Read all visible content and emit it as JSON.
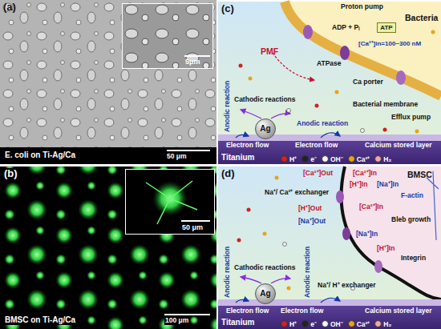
{
  "diagram": {
    "nodes": [
      {
        "text": [
          "(a)",
          "E. coli on Ti-Ag/Ca"
        ]
      },
      {
        "text": [
          "5μm"
        ],
        "in": 0
      },
      {
        "text": [
          "(b)",
          "BMSC on Ti-Ag/Ca"
        ]
      },
      {
        "text": [
          "50 μm"
        ],
        "in": 2
      },
      {
        "text": [
          "(c)"
        ]
      },
      {
        "text": [
          "Ag"
        ],
        "in": 4
      },
      {
        "text": [
          "Titanium"
        ],
        "in": 4
      },
      {
        "text": [
          "ATP"
        ],
        "in": 4
      },
      {
        "text": [
          "(d)"
        ]
      },
      {
        "text": [
          "Ag"
        ],
        "in": 8
      },
      {
        "text": [
          "Titanium"
        ],
        "in": 8
      }
    ],
    "labels": [
      "50 μm",
      "100 μm",
      "Proton pump",
      "Bacteria",
      "ADP + Pᵢ",
      "PMF",
      "ATPase",
      "Ca porter",
      "[Ca²⁺]in=100~300 nM",
      "Bacterial membrane",
      "Efflux pump",
      "Anodic reaction",
      "Cathodic reactions",
      "Anodic reaction",
      "Electron flow",
      "Electron flow",
      "Calcium stored layer",
      "BMSC",
      "[Ca²⁺]Out",
      "[Ca²⁺]In",
      "[H⁺]In",
      "[Na⁺]In",
      "Na⁺/ Ca²⁺ exchanger",
      "[H⁺]Out",
      "[Na⁺]Out",
      "F-actin",
      "[Ca²⁺]In",
      "Bleb growth",
      "[Na⁺]In",
      "[H⁺]In",
      "Integrin",
      "Na⁺/ H⁺ exchanger",
      "Anodic reaction",
      "Cathodic reactions",
      "Anodic reaction",
      "Electron flow",
      "Electron flow",
      "Calcium stored layer"
    ],
    "legend": [
      {
        "text": "H⁺",
        "color": "#d42020"
      },
      {
        "text": "e⁻",
        "color": "#222222"
      },
      {
        "text": "OH⁻",
        "color": "#f4f4f4"
      },
      {
        "text": "Ca²⁺",
        "color": "#e8a317"
      },
      {
        "text": "H₂",
        "color": "#f2a6a6"
      },
      {
        "text": "H⁺",
        "color": "#d42020"
      },
      {
        "text": "e⁻",
        "color": "#222222"
      },
      {
        "text": "OH⁻",
        "color": "#f4f4f4"
      },
      {
        "text": "Ca²⁺",
        "color": "#e8a317"
      },
      {
        "text": "H₂",
        "color": "#f2a6a6"
      }
    ]
  }
}
